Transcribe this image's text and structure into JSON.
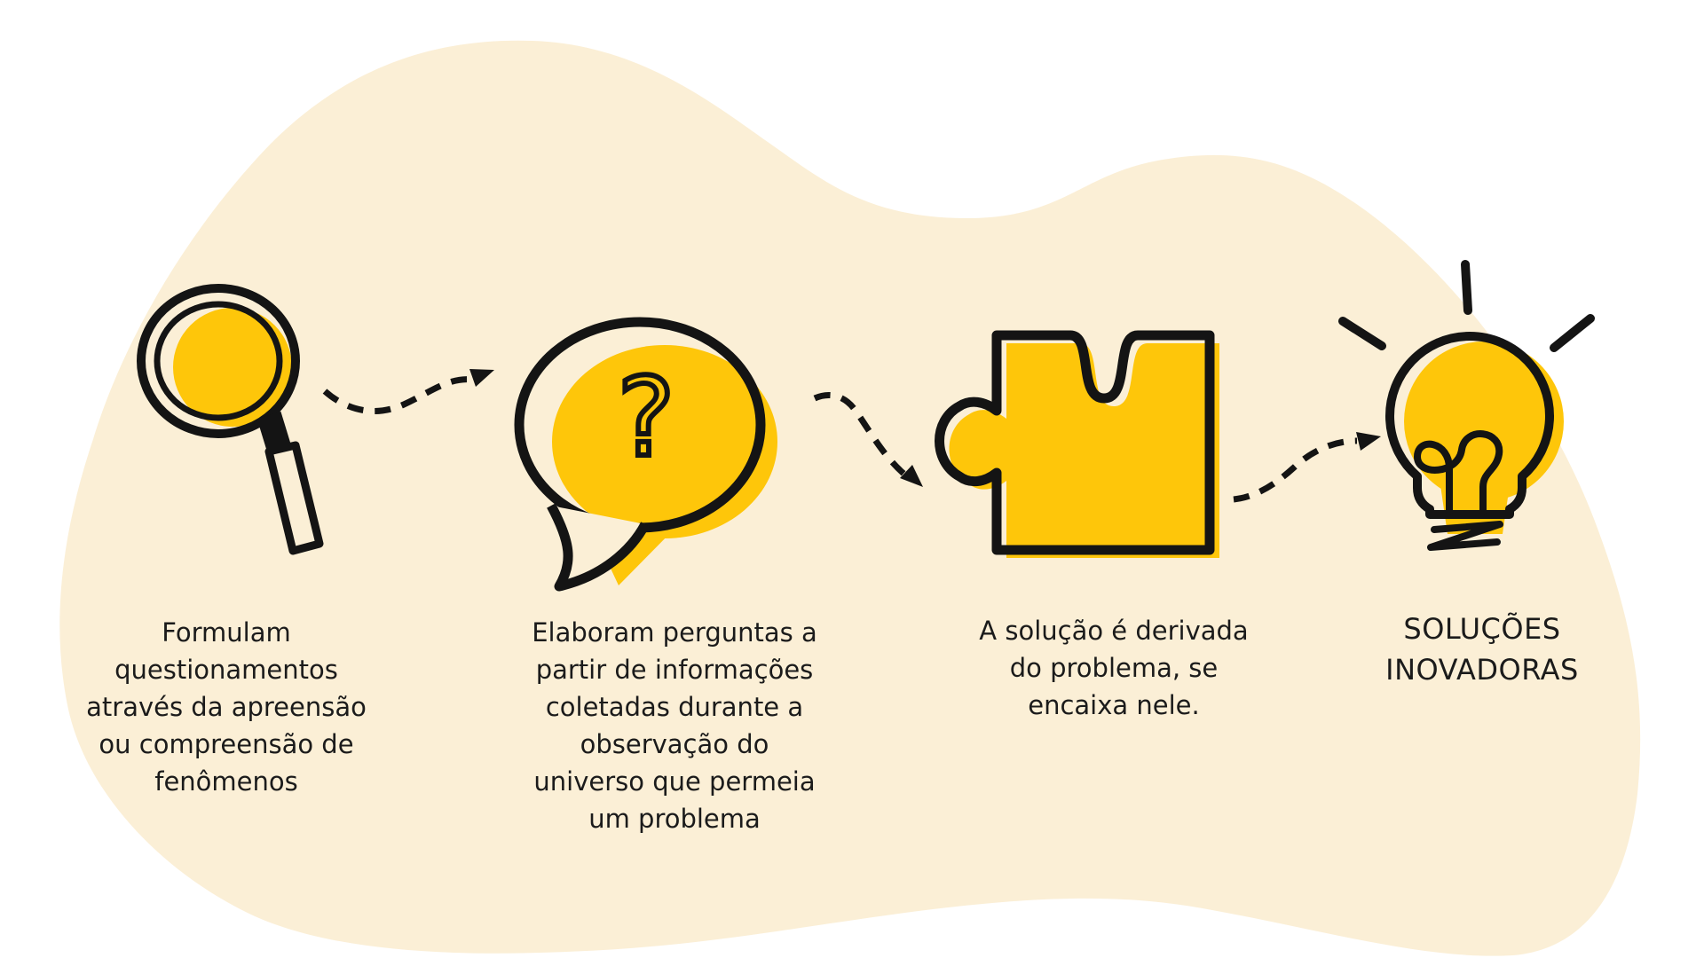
{
  "page": {
    "background_color": "#ffffff",
    "blob_color": "#FBEFD6",
    "accent_yellow": "#FEC60A",
    "ink_color": "#141414",
    "text_color": "#1b1b1b"
  },
  "steps": [
    {
      "id": "observe",
      "icon": "magnifier-icon",
      "caption": "Formulam\nquestionamentos\natravés da apreensão\nou compreensão de\nfenômenos"
    },
    {
      "id": "question",
      "icon": "speech-bubble-question-icon",
      "question_mark": "?",
      "caption": "Elaboram perguntas a\npartir de informações\ncoletadas durante a\nobservação do\nuniverso que permeia\num problema"
    },
    {
      "id": "fit-solution",
      "icon": "puzzle-piece-icon",
      "caption": "A solução é derivada\ndo problema, se\nencaixa nele."
    },
    {
      "id": "innovation",
      "icon": "lightbulb-icon",
      "caption": "SOLUÇÕES\nINOVADORAS"
    }
  ],
  "connectors": [
    {
      "id": "arrow-1",
      "style": "dashed-curved-arrow"
    },
    {
      "id": "arrow-2",
      "style": "dashed-curved-arrow"
    },
    {
      "id": "arrow-3",
      "style": "dashed-curved-arrow"
    }
  ]
}
